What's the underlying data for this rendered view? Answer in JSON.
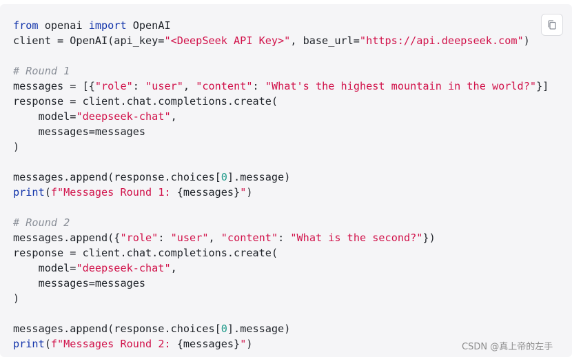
{
  "copy_button": {
    "icon": "copy-icon"
  },
  "code_lines": [
    [
      [
        "kw",
        "from"
      ],
      [
        "plain",
        " openai "
      ],
      [
        "kw",
        "import"
      ],
      [
        "plain",
        " OpenAI"
      ]
    ],
    [
      [
        "plain",
        "client = OpenAI(api_key="
      ],
      [
        "str",
        "\"<DeepSeek API Key>\""
      ],
      [
        "plain",
        ", base_url="
      ],
      [
        "str",
        "\"https://api.deepseek.com\""
      ],
      [
        "plain",
        ")"
      ]
    ],
    [],
    [
      [
        "cm",
        "# Round 1"
      ]
    ],
    [
      [
        "plain",
        "messages = [{"
      ],
      [
        "str",
        "\"role\""
      ],
      [
        "plain",
        ": "
      ],
      [
        "str",
        "\"user\""
      ],
      [
        "plain",
        ", "
      ],
      [
        "str",
        "\"content\""
      ],
      [
        "plain",
        ": "
      ],
      [
        "str",
        "\"What's the highest mountain in the world?\""
      ],
      [
        "plain",
        "}]"
      ]
    ],
    [
      [
        "plain",
        "response = client.chat.completions.create("
      ]
    ],
    [
      [
        "plain",
        "    model="
      ],
      [
        "str",
        "\"deepseek-chat\""
      ],
      [
        "plain",
        ","
      ]
    ],
    [
      [
        "plain",
        "    messages=messages"
      ]
    ],
    [
      [
        "plain",
        ")"
      ]
    ],
    [],
    [
      [
        "plain",
        "messages.append(response.choices["
      ],
      [
        "num",
        "0"
      ],
      [
        "plain",
        "].message)"
      ]
    ],
    [
      [
        "kw",
        "print"
      ],
      [
        "plain",
        "("
      ],
      [
        "str",
        "f\"Messages Round 1: "
      ],
      [
        "plain",
        "{messages}"
      ],
      [
        "str",
        "\""
      ],
      [
        "plain",
        ")"
      ]
    ],
    [],
    [
      [
        "cm",
        "# Round 2"
      ]
    ],
    [
      [
        "plain",
        "messages.append({"
      ],
      [
        "str",
        "\"role\""
      ],
      [
        "plain",
        ": "
      ],
      [
        "str",
        "\"user\""
      ],
      [
        "plain",
        ", "
      ],
      [
        "str",
        "\"content\""
      ],
      [
        "plain",
        ": "
      ],
      [
        "str",
        "\"What is the second?\""
      ],
      [
        "plain",
        "})"
      ]
    ],
    [
      [
        "plain",
        "response = client.chat.completions.create("
      ]
    ],
    [
      [
        "plain",
        "    model="
      ],
      [
        "str",
        "\"deepseek-chat\""
      ],
      [
        "plain",
        ","
      ]
    ],
    [
      [
        "plain",
        "    messages=messages"
      ]
    ],
    [
      [
        "plain",
        ")"
      ]
    ],
    [],
    [
      [
        "plain",
        "messages.append(response.choices["
      ],
      [
        "num",
        "0"
      ],
      [
        "plain",
        "].message)"
      ]
    ],
    [
      [
        "kw",
        "print"
      ],
      [
        "plain",
        "("
      ],
      [
        "str",
        "f\"Messages Round 2: "
      ],
      [
        "plain",
        "{messages}"
      ],
      [
        "str",
        "\""
      ],
      [
        "plain",
        ")"
      ]
    ]
  ],
  "watermark": "CSDN @真上帝的左手"
}
